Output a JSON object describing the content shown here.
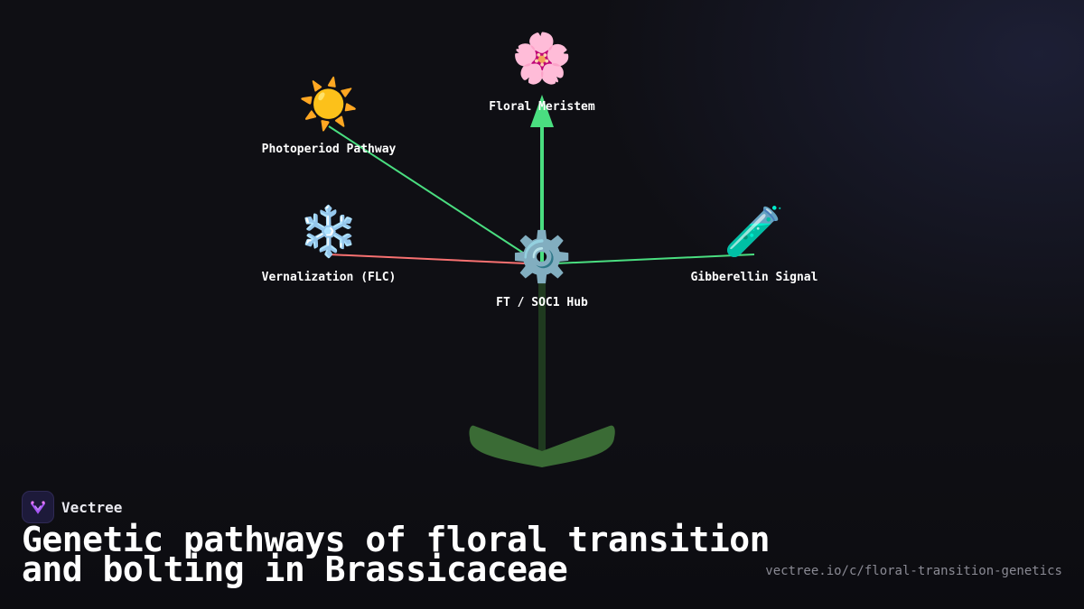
{
  "nodes": {
    "floral_meristem": {
      "icon": "cherry-blossom-icon",
      "glyph": "🌸",
      "label": "Floral Meristem"
    },
    "photoperiod": {
      "icon": "sun-icon",
      "glyph": "☀️",
      "label": "Photoperiod Pathway"
    },
    "vernalization": {
      "icon": "snowflake-icon",
      "glyph": "❄️",
      "label": "Vernalization (FLC)"
    },
    "hub": {
      "icon": "gear-icon",
      "glyph": "⚙️",
      "label": "FT / SOC1 Hub"
    },
    "gibberellin": {
      "icon": "test-tube-icon",
      "glyph": "🧪",
      "label": "Gibberellin Signal"
    }
  },
  "edge_colors": {
    "promote": "#4ade80",
    "repress": "#f87171",
    "output": "#4ade80",
    "stem": "#1f3a1f",
    "leaves": "#3a6b35"
  },
  "brand": {
    "name": "Vectree",
    "logo": "vectree-logo-icon"
  },
  "title": "Genetic pathways of floral transition and bolting in Brassicaceae",
  "url": "vectree.io/c/floral-transition-genetics"
}
